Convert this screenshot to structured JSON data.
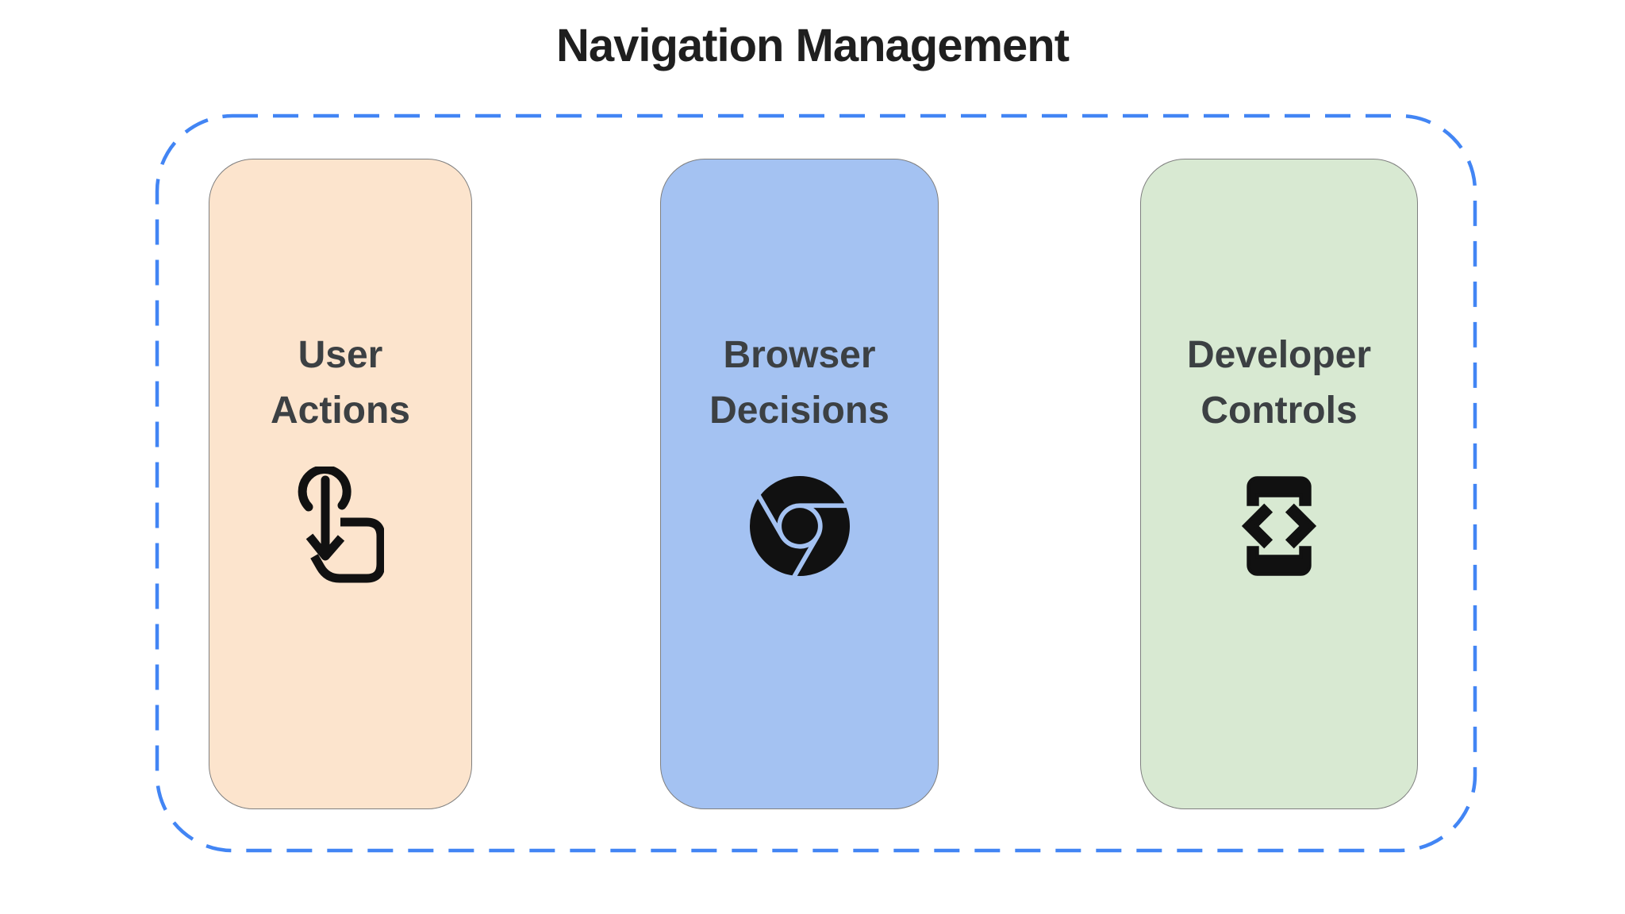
{
  "title": "Navigation Management",
  "boundary": {
    "style": "dashed",
    "stroke_color": "#4285F4"
  },
  "text_color": "#3C4043",
  "icon_color": "#111111",
  "cards": [
    {
      "name": "user-actions",
      "lines": [
        "User",
        "Actions"
      ],
      "icon": "tap-gesture-icon",
      "bg_color": "#FCE4CD"
    },
    {
      "name": "browser-decisions",
      "lines": [
        "Browser",
        "Decisions"
      ],
      "icon": "chrome-browser-icon",
      "bg_color": "#A4C2F2"
    },
    {
      "name": "developer-controls",
      "lines": [
        "Developer",
        "Controls"
      ],
      "icon": "developer-mode-icon",
      "bg_color": "#D8E9D2"
    }
  ]
}
